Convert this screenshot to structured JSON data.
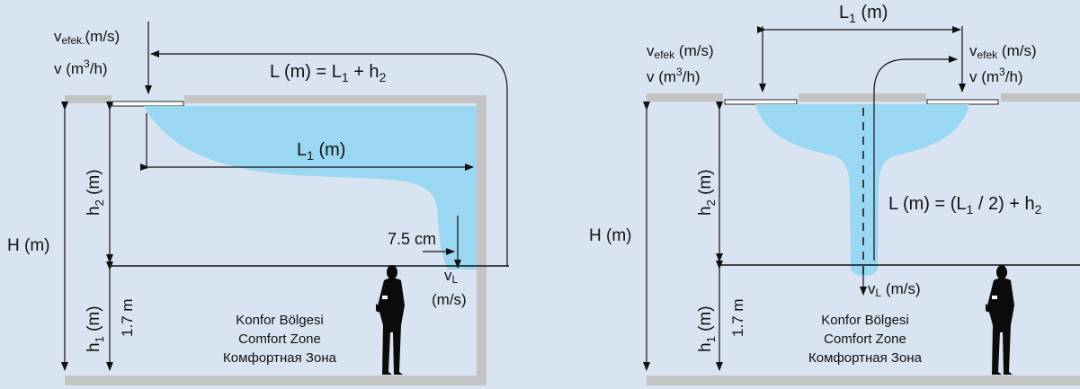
{
  "left": {
    "v_efek_main": "v",
    "v_efek_sub": "efek.",
    "v_efek_unit": "(m/s)",
    "flow_v": "v (m",
    "flow_sup": "3",
    "flow_tail": "/h)",
    "L_formula_a": "L (m) = L",
    "L_formula_sub1": "1",
    "L_formula_b": " + h",
    "L_formula_sub2": "2",
    "L1_main": "L",
    "L1_sub": "1",
    "L1_unit": " (m)",
    "h2_main": "h",
    "h2_sub": "2",
    "h2_unit": " (m)",
    "H_label": "H (m)",
    "h1_main": "h",
    "h1_sub": "1",
    "h1_unit": " (m)",
    "height_17": "1.7 m",
    "offset_label": "7.5 cm",
    "vL_main": "v",
    "vL_sub": "L",
    "vL_unit": "(m/s)",
    "zone_tr": "Konfor Bölgesi",
    "zone_en": "Comfort Zone",
    "zone_ru": "Комфортная Зона"
  },
  "right": {
    "L1_main": "L",
    "L1_sub": "1",
    "L1_unit": " (m)",
    "vefek_left_main": "v",
    "vefek_left_sub": "efek",
    "vefek_left_unit": " (m/s)",
    "vefek_right_main": "v",
    "vefek_right_sub": "efek",
    "vefek_right_unit": " (m/s)",
    "flow_left_a": "v (m",
    "flow_left_sup": "3",
    "flow_left_b": "/h)",
    "flow_right_a": "v (m",
    "flow_right_sup": "3",
    "flow_right_b": "/h)",
    "h2_main": "h",
    "h2_sub": "2",
    "h2_unit": " (m)",
    "L_formula_a": "L (m) = (L",
    "L_formula_sub1": "1",
    "L_formula_b": " / 2) + h",
    "L_formula_sub2": "2",
    "H_label": "H (m)",
    "h1_main": "h",
    "h1_sub": "1",
    "h1_unit": " (m)",
    "height_17": "1.7 m",
    "vL_main": "v",
    "vL_sub": "L",
    "vL_unit": " (m/s)",
    "zone_tr": "Konfor Bölgesi",
    "zone_en": "Comfort Zone",
    "zone_ru": "Комфортная Зона"
  },
  "colors": {
    "background": "#d9e4f3",
    "wall": "#c3c3c3",
    "air_jet": "#9ad7f2",
    "line": "#111111"
  }
}
